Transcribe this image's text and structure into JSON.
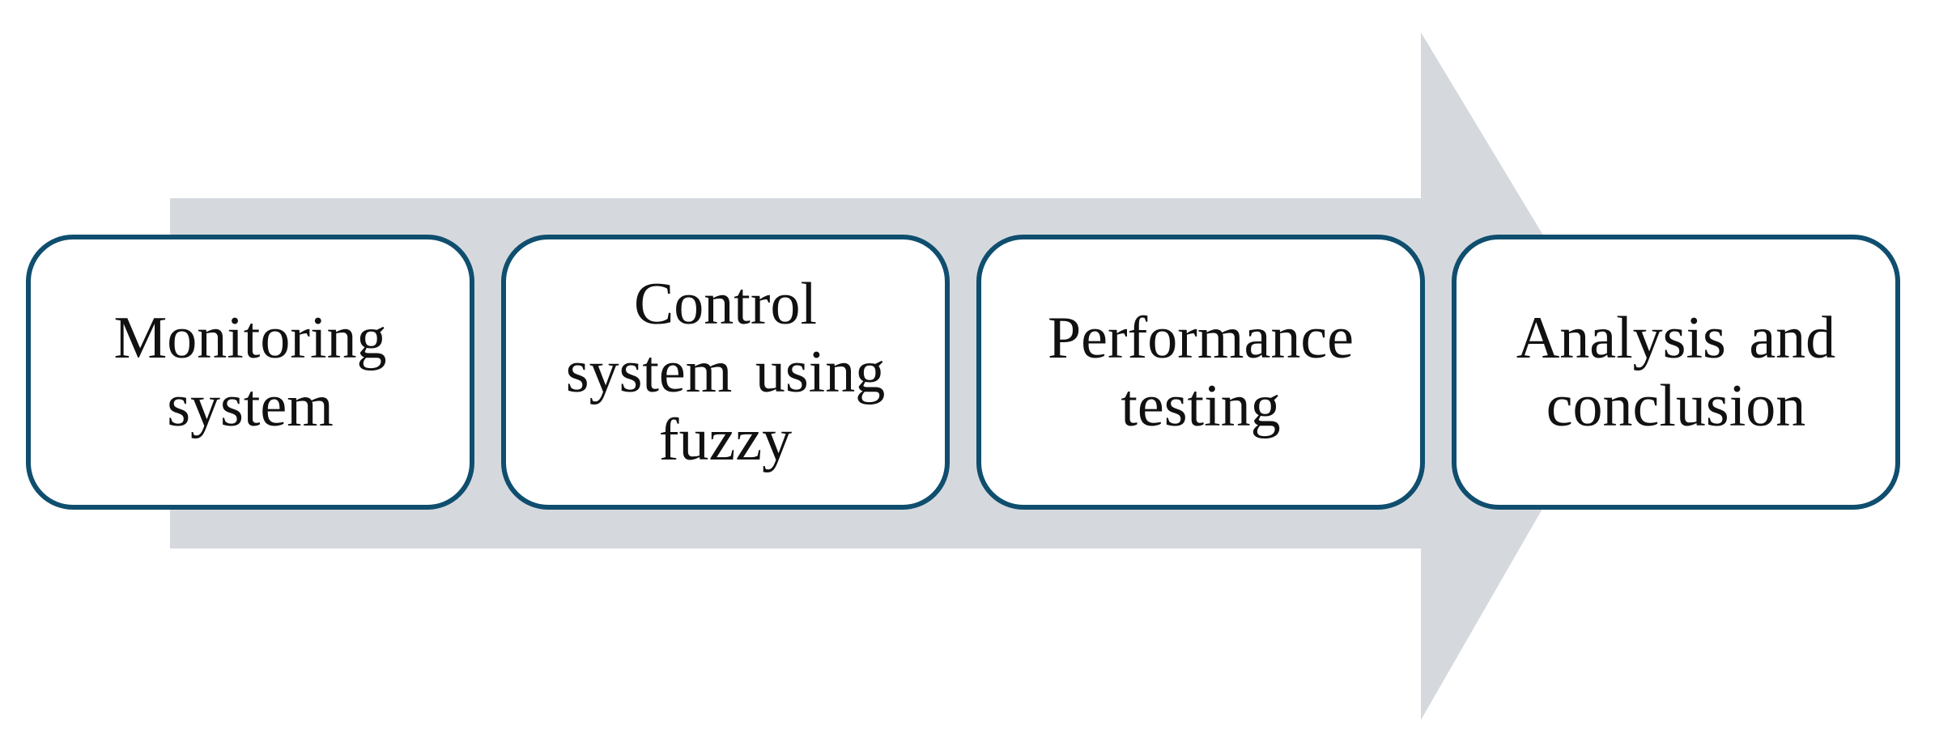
{
  "diagram": {
    "arrow_color": "#d5d9de",
    "box_border_color": "#0f4e6e",
    "steps": [
      {
        "label": "Monitoring\nsystem"
      },
      {
        "label": "Control\nsystem using\nfuzzy"
      },
      {
        "label": "Performance\ntesting"
      },
      {
        "label": "Analysis and\nconclusion"
      }
    ]
  }
}
